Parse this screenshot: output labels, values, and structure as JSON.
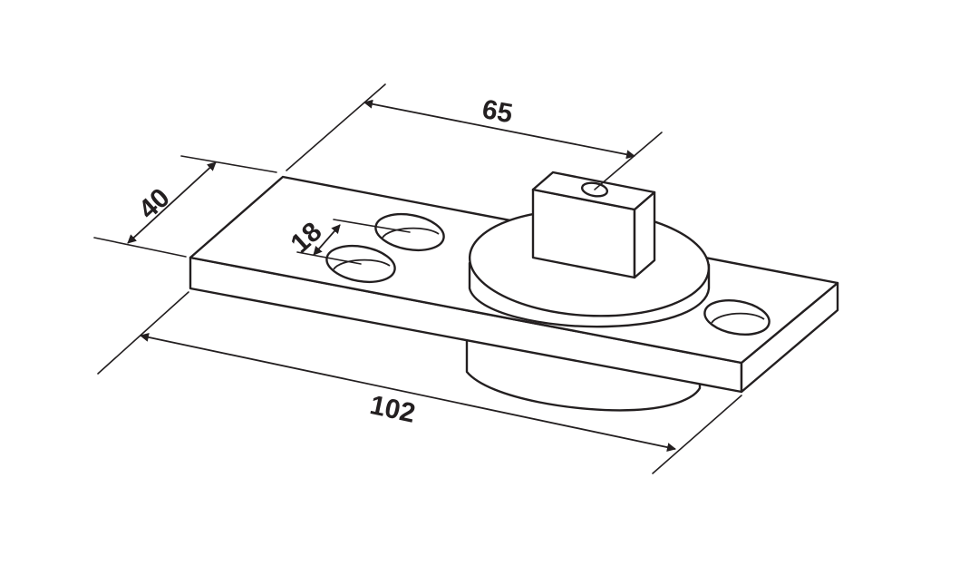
{
  "dimensions": {
    "length": "102",
    "width": "40",
    "pivot_offset": "65",
    "hole_spacing": "18"
  }
}
